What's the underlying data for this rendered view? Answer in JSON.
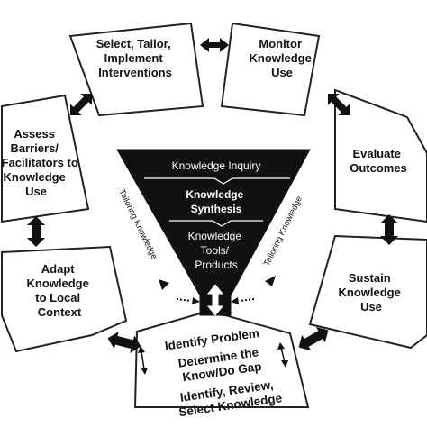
{
  "segments": [
    {
      "name": "select-tailor",
      "lines": [
        "Select, Tailor,",
        "Implement",
        "Interventions"
      ]
    },
    {
      "name": "monitor",
      "lines": [
        "Monitor",
        "Knowledge",
        "Use"
      ]
    },
    {
      "name": "evaluate",
      "lines": [
        "Evaluate",
        "Outcomes"
      ]
    },
    {
      "name": "sustain",
      "lines": [
        "Sustain",
        "Knowledge",
        "Use"
      ]
    },
    {
      "name": "adapt",
      "lines": [
        "Adapt",
        "Knowledge",
        "to Local",
        "Context"
      ]
    },
    {
      "name": "assess",
      "lines": [
        "Assess",
        "Barriers/",
        "Facilitators to",
        "Knowledge",
        "Use"
      ]
    }
  ],
  "bottom": {
    "lines": [
      "Identify Problem",
      "Determine the",
      "Know/Do Gap",
      "Identify, Review,",
      "Select Knowledge"
    ]
  },
  "funnel": {
    "inquiry": "Knowledge Inquiry",
    "synthesis": [
      "Knowledge",
      "Synthesis"
    ],
    "tools": [
      "Knowledge",
      "Tools/",
      "Products"
    ]
  },
  "side_labels": {
    "left": "Tailoring Knowledge",
    "right": "Tailoring Knowledge"
  },
  "colors": {
    "funnel": "#111111",
    "outline": "#222222"
  }
}
